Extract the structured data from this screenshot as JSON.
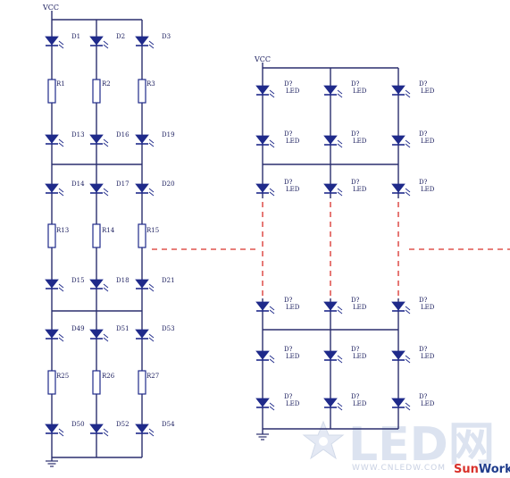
{
  "left_circuit": {
    "supply_label": "VCC",
    "columns": [
      {
        "leds": [
          "D1",
          "D13",
          "D14",
          "D15",
          "D49",
          "D50"
        ],
        "resistors": [
          "R1",
          "R13",
          "R25"
        ]
      },
      {
        "leds": [
          "D2",
          "D16",
          "D17",
          "D18",
          "D51",
          "D52"
        ],
        "resistors": [
          "R2",
          "R14",
          "R26"
        ]
      },
      {
        "leds": [
          "D3",
          "D19",
          "D20",
          "D21",
          "D53",
          "D54"
        ],
        "resistors": [
          "R3",
          "R15",
          "R27"
        ]
      }
    ]
  },
  "right_circuit": {
    "supply_label": "VCC",
    "led_designator": "D?",
    "led_value": "LED"
  },
  "watermark": {
    "logo_text": "LED网",
    "url": "WWW.CNLEDW.COM"
  },
  "brand": {
    "first": "Sun",
    "second": "Work"
  }
}
